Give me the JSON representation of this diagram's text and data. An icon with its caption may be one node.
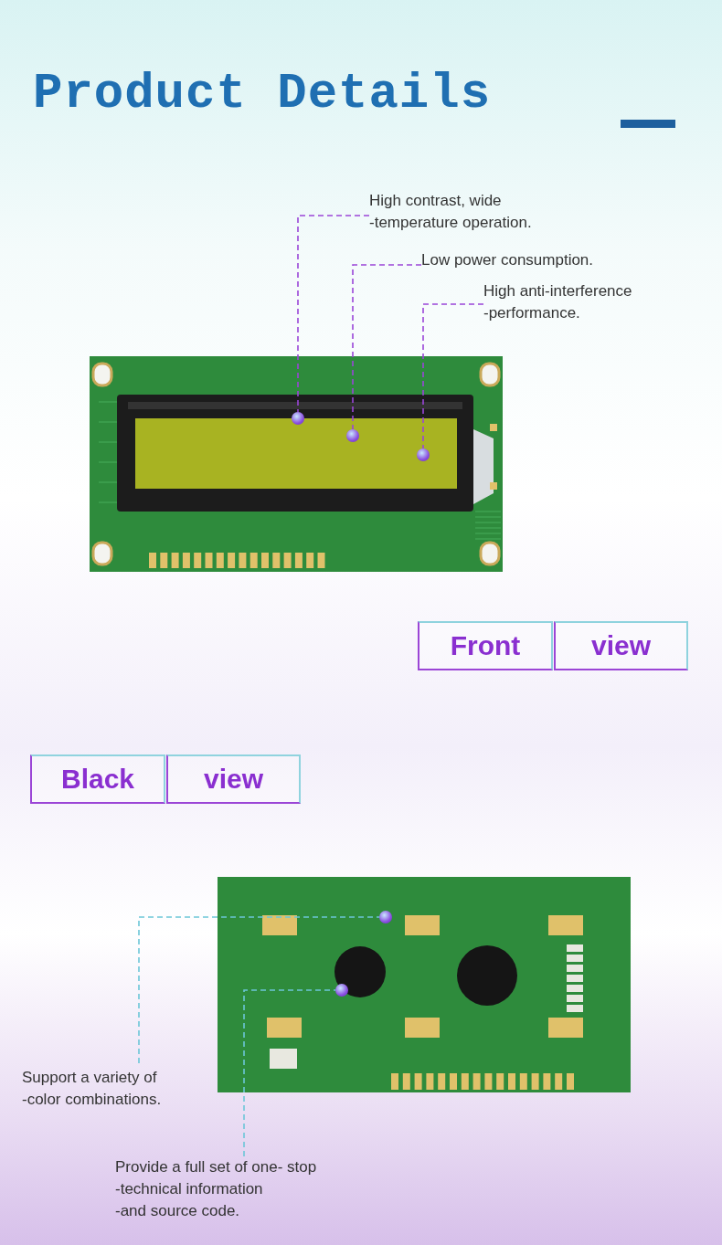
{
  "diagram": {
    "title": "Product Details",
    "nodes": [
      {
        "text": [
          "High contrast, wide -temperature operation."
        ]
      },
      {
        "text": [
          "Low power consumption."
        ]
      },
      {
        "text": [
          "High anti-interference -performance."
        ]
      },
      {
        "text": [],
        "shape": "circle"
      },
      {
        "text": [],
        "shape": "circle"
      },
      {
        "text": [],
        "shape": "circle"
      },
      {
        "text": [
          "Front"
        ]
      },
      {
        "text": [
          "view"
        ]
      },
      {
        "text": [
          "Black"
        ]
      },
      {
        "text": [
          "view"
        ]
      },
      {
        "text": [],
        "shape": "circle"
      },
      {
        "text": [],
        "shape": "circle"
      },
      {
        "text": [
          "Support a variety of -color combinations."
        ]
      },
      {
        "text": [
          "Provide a full set of one- stop -technical information -and source code."
        ]
      }
    ],
    "edges": [
      {
        "from": 0,
        "to": 3,
        "arrow": "none",
        "style": "dashed"
      },
      {
        "from": 1,
        "to": 4,
        "arrow": "none",
        "style": "dashed"
      },
      {
        "from": 2,
        "to": 5,
        "arrow": "none",
        "style": "dashed"
      },
      {
        "from": 12,
        "to": 10,
        "arrow": "none",
        "style": "dashed",
        "color": "#6cc6d8"
      },
      {
        "from": 13,
        "to": 11,
        "arrow": "none",
        "style": "dashed",
        "color": "#6cc6d8"
      }
    ]
  }
}
